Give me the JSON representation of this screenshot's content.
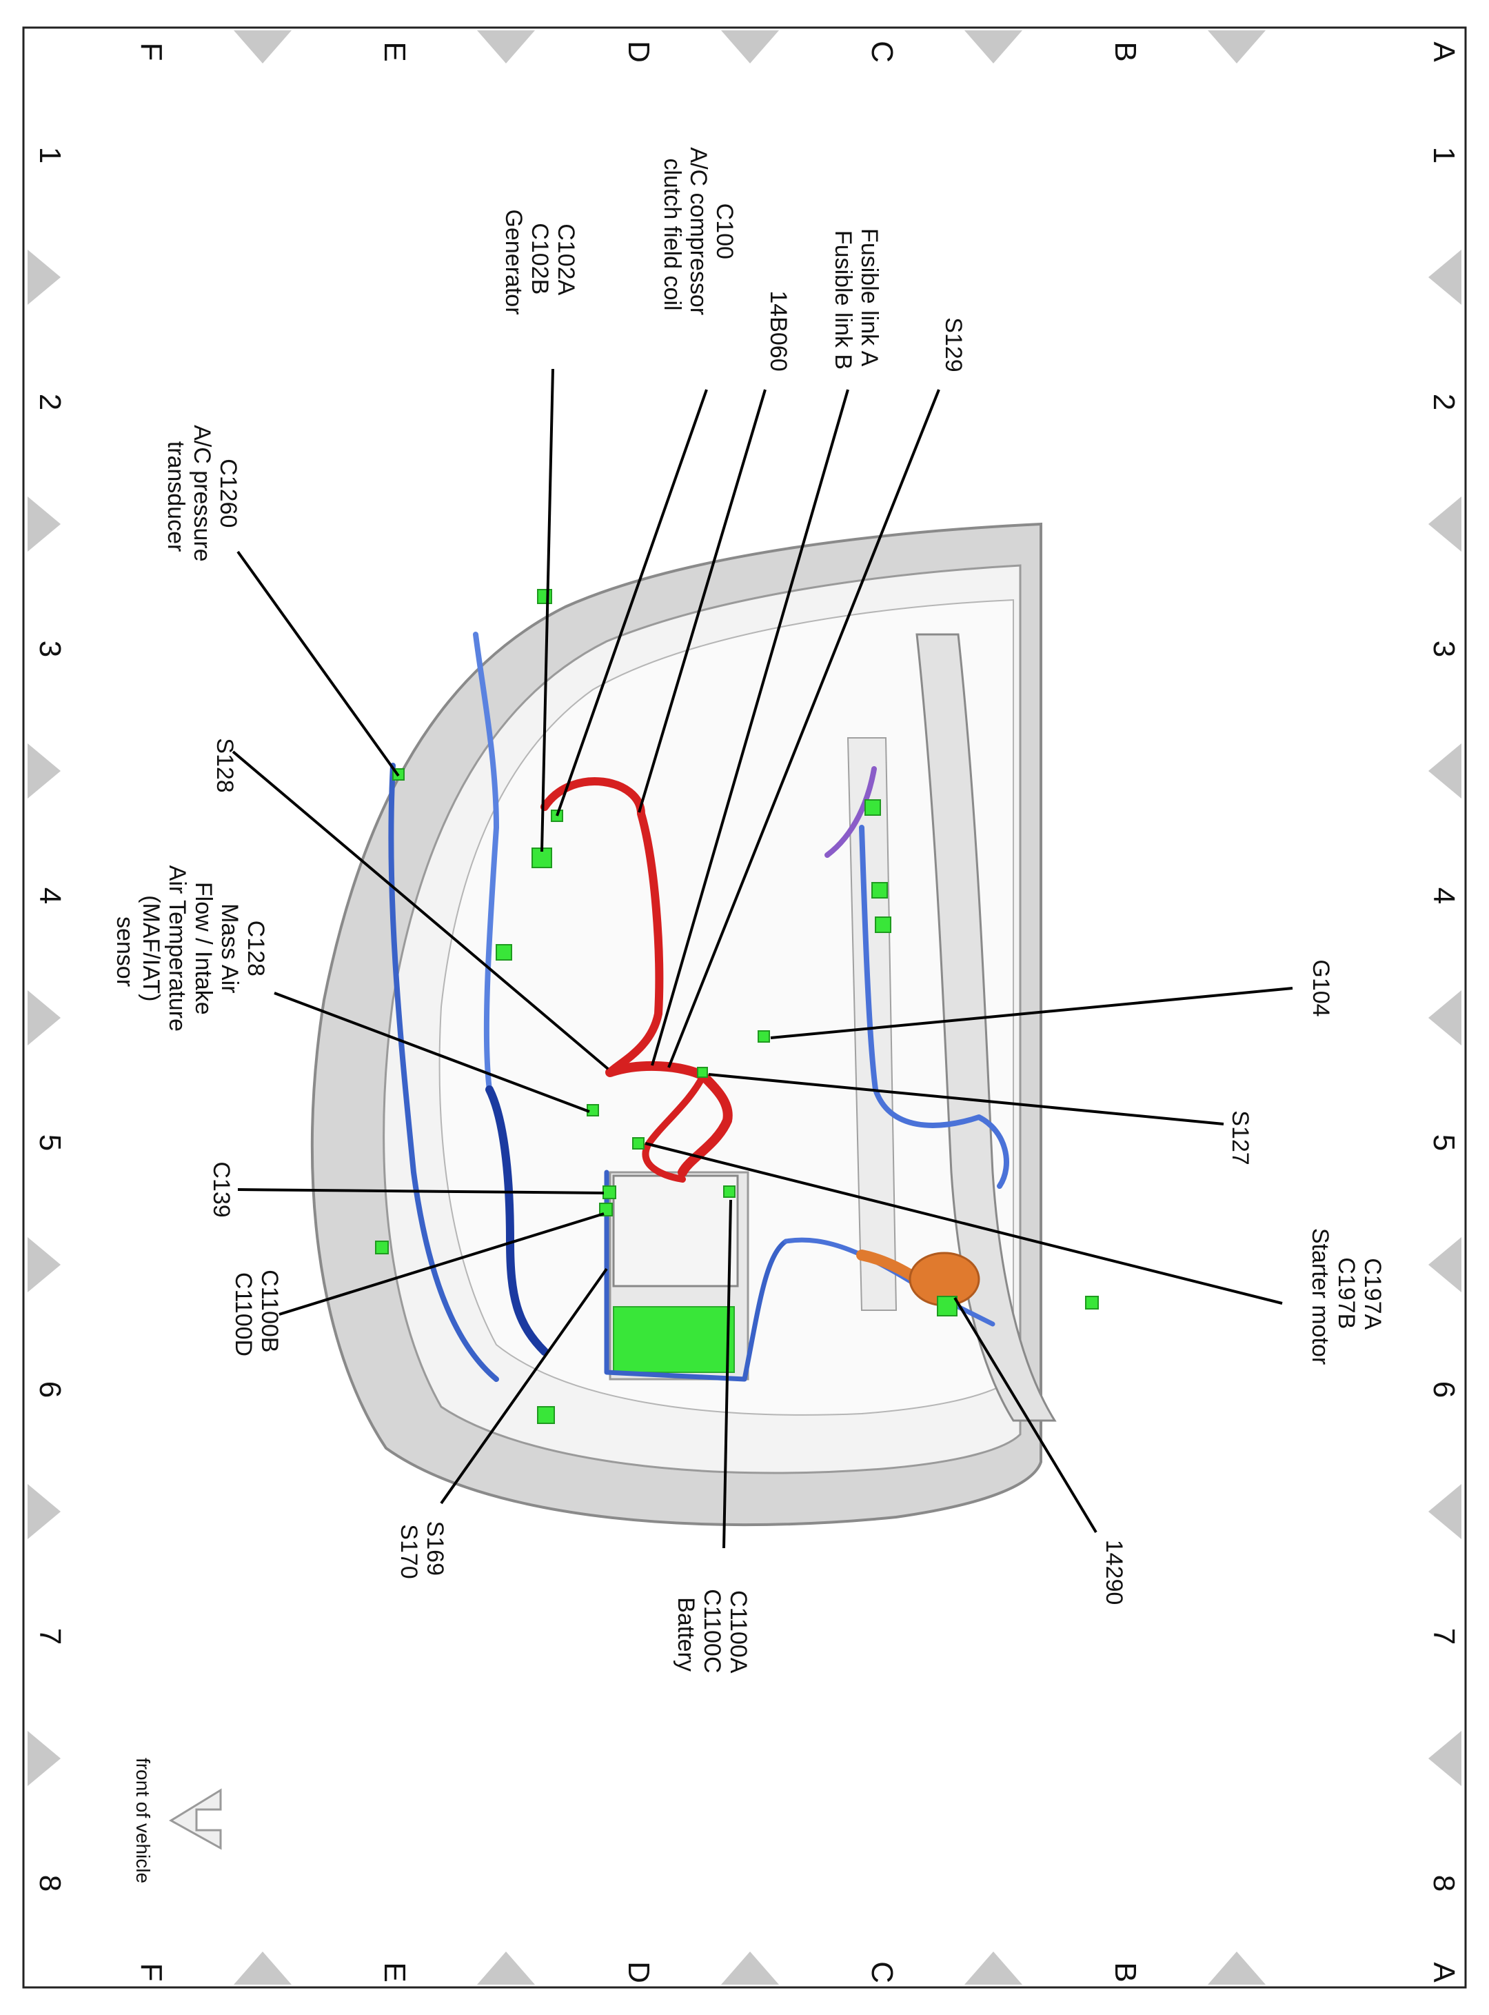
{
  "grid": {
    "letters": [
      "A",
      "B",
      "C",
      "D",
      "E",
      "F"
    ],
    "numbers": [
      "1",
      "2",
      "3",
      "4",
      "5",
      "6",
      "7",
      "8"
    ]
  },
  "callouts": {
    "g104": [
      "G104"
    ],
    "s127": [
      "S127"
    ],
    "starter": [
      "C197A",
      "C197B",
      "Starter motor"
    ],
    "cable14290": [
      "14290"
    ],
    "battery": [
      "C1100A",
      "C1100C",
      "Battery"
    ],
    "s169": [
      "S169",
      "S170"
    ],
    "c1100b": [
      "C1100B",
      "C1100D"
    ],
    "c139": [
      "C139"
    ],
    "c128": [
      "C128",
      "Mass Air",
      "Flow / Intake",
      "Air Temperature",
      "(MAF/IAT)",
      "sensor"
    ],
    "s128": [
      "S128"
    ],
    "c1260": [
      "C1260",
      "A/C pressure",
      "transducer"
    ],
    "generator": [
      "C102A",
      "C102B",
      "Generator"
    ],
    "compressor": [
      "C100",
      "A/C compressor",
      "clutch field coil"
    ],
    "b14060": [
      "14B060"
    ],
    "fusible": [
      "Fusible link A",
      "Fusible link B"
    ],
    "s129": [
      "S129"
    ]
  },
  "front_label": "front of vehicle",
  "colors": {
    "harness_red": "#d62020",
    "harness_blue": "#3a62c8",
    "harness_dark_blue": "#1b3aa0",
    "connector_green": "#39e639",
    "cable_orange": "#e07a2e",
    "harness_purple": "#8a5cc8",
    "body_gray": "#d6d6d6",
    "marker_gray": "#c8c8c8"
  }
}
